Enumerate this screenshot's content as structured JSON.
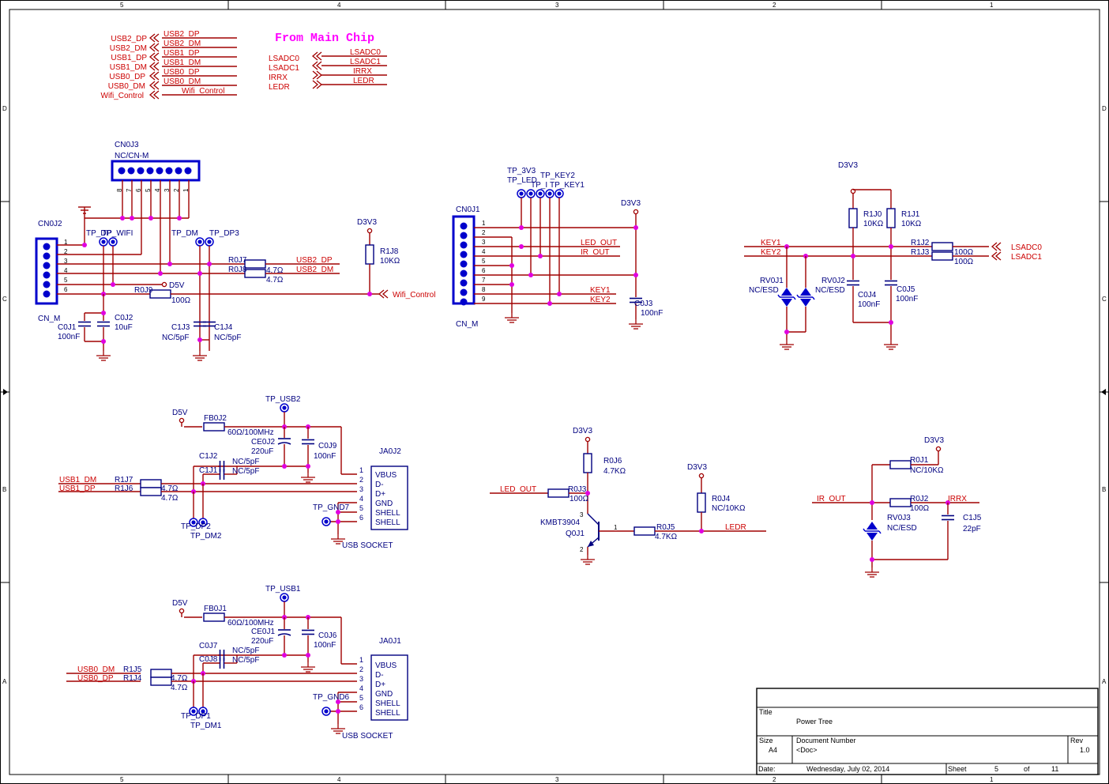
{
  "sheet": {
    "zone_columns": [
      "5",
      "4",
      "3",
      "2",
      "1"
    ],
    "zone_rows": [
      "D",
      "C",
      "B",
      "A"
    ],
    "header_note": "From Main Chip"
  },
  "header_nets": {
    "left_ports": [
      "USB2_DP",
      "USB2_DM",
      "USB1_DP",
      "USB1_DM",
      "USB0_DP",
      "USB0_DM",
      "Wifi_Control"
    ],
    "left_wires": [
      "USB2_DP",
      "USB2_DM",
      "USB1_DP",
      "USB1_DM",
      "USB0_DP",
      "USB0_DM",
      "Wifi_Control"
    ],
    "right_ports": [
      "LSADC0",
      "LSADC1",
      "IRRX",
      "LEDR"
    ],
    "right_wires": [
      "LSADC0",
      "LSADC1",
      "IRRX",
      "LEDR"
    ]
  },
  "cn0j3": {
    "ref": "CN0J3",
    "value": "NC/CN-M",
    "pins": [
      "8",
      "7",
      "6",
      "5",
      "4",
      "3",
      "2",
      "1"
    ]
  },
  "cn0j2": {
    "ref": "CN0J2",
    "value": "CN_M",
    "pins": [
      "1",
      "2",
      "3",
      "4",
      "5",
      "6"
    ],
    "tp_left": "TP_DP",
    "tp_wifi": "TP_WIFI",
    "tp_dm": "TP_DM",
    "tp_dp3": "TP_DP3",
    "d3v3": "D3V3",
    "d5v": "D5V",
    "r0j7": "R0J7",
    "r0j8": "R0J8",
    "r0j7_v": "4.7Ω",
    "r0j8_v": "4.7Ω",
    "usb2dp": "USB2_DP",
    "usb2dm": "USB2_DM",
    "r0j9": "R0J9",
    "r0j9_v": "100Ω",
    "r1j8": "R1J8",
    "r1j8_v": "10KΩ",
    "wifi": "Wifi_Control",
    "c0j1": "C0J1",
    "c0j1_v": "100nF",
    "c0j2": "C0J2",
    "c0j2_v": "10uF",
    "c1j3": "C1J3",
    "c1j3_v": "NC/5pF",
    "c1j4": "C1J4",
    "c1j4_v": "NC/5pF"
  },
  "cn0j1": {
    "ref": "CN0J1",
    "value": "CN_M",
    "pins": [
      "1",
      "2",
      "3",
      "4",
      "5",
      "6",
      "7",
      "8",
      "9"
    ],
    "tp_3v3": "TP_3V3",
    "tp_led": "TP_LED",
    "tp_i": "TP_I",
    "tp_key2": "TP_KEY2",
    "tp_key1": "TP_KEY1",
    "d3v3": "D3V3",
    "led_out": "LED_OUT",
    "ir_out": "IR_OUT",
    "key1": "KEY1",
    "key2": "KEY2",
    "c0j3": "C0J3",
    "c0j3_v": "100nF"
  },
  "keys": {
    "d3v3": "D3V3",
    "r1j0": "R1J0",
    "r1j0_v": "10KΩ",
    "r1j1": "R1J1",
    "r1j1_v": "10KΩ",
    "key1": "KEY1",
    "key2": "KEY2",
    "r1j2": "R1J2",
    "r1j3": "R1J3",
    "r1j2_v": "100Ω",
    "r1j3_v": "100Ω",
    "lsadc0": "LSADC0",
    "lsadc1": "LSADC1",
    "rv0j1": "RV0J1",
    "rv0j1_v": "NC/ESD",
    "rv0j2": "RV0J2",
    "rv0j2_v": "NC/ESD",
    "c0j4": "C0J4",
    "c0j4_v": "100nF",
    "c0j5": "C0J5",
    "c0j5_v": "100nF"
  },
  "usb1": {
    "d5v": "D5V",
    "fb": "FB0J2",
    "fb_v": "60Ω/100MHz",
    "tp_usb": "TP_USB2",
    "ce": "CE0J2",
    "ce_v": "220uF",
    "c": "C0J9",
    "c_v": "100nF",
    "c1j2": "C1J2",
    "c1j2_v": "NC/5pF",
    "c1j1": "C1J1",
    "c1j1_v": "NC/5pF",
    "dm_net": "USB1_DM",
    "dp_net": "USB1_DP",
    "r_dm": "R1J7",
    "r_dp": "R1J6",
    "r_dm_v": "4.7Ω",
    "r_dp_v": "4.7Ω",
    "tp_dp": "TP_DP2",
    "tp_dm": "TP_DM2",
    "tp_gnd": "TP_GND7",
    "conn": "JA0J2",
    "conn_desc": "USB SOCKET",
    "pin_nums": [
      "1",
      "2",
      "3",
      "4",
      "5",
      "6"
    ],
    "pin_names": [
      "VBUS",
      "D-",
      "D+",
      "GND",
      "SHELL",
      "SHELL"
    ]
  },
  "usb0": {
    "d5v": "D5V",
    "fb": "FB0J1",
    "fb_v": "60Ω/100MHz",
    "tp_usb": "TP_USB1",
    "ce": "CE0J1",
    "ce_v": "220uF",
    "c": "C0J6",
    "c_v": "100nF",
    "c0j7": "C0J7",
    "c0j7_v": "NC/5pF",
    "c0j8": "C0J8",
    "c0j8_v": "NC/5pF",
    "dm_net": "USB0_DM",
    "dp_net": "USB0_DP",
    "r_dm": "R1J5",
    "r_dp": "R1J4",
    "r_dm_v": "4.7Ω",
    "r_dp_v": "4.7Ω",
    "tp_dp": "TP_DP1",
    "tp_dm": "TP_DM1",
    "tp_gnd": "TP_GND6",
    "conn": "JA0J1",
    "conn_desc": "USB SOCKET",
    "pin_nums": [
      "1",
      "2",
      "3",
      "4",
      "5",
      "6"
    ],
    "pin_names": [
      "VBUS",
      "D-",
      "D+",
      "GND",
      "SHELL",
      "SHELL"
    ]
  },
  "led": {
    "d3v3_a": "D3V3",
    "r0j6": "R0J6",
    "r0j6_v": "4.7KΩ",
    "led_out": "LED_OUT",
    "r0j3": "R0J3",
    "r0j3_v": "100Ω",
    "q": "Q0J1",
    "q_v": "KMBT3904",
    "q_pins": [
      "3",
      "2",
      "1"
    ],
    "r0j5": "R0J5",
    "r0j5_v": "4.7KΩ",
    "d3v3_b": "D3V3",
    "r0j4": "R0J4",
    "r0j4_v": "NC/10KΩ",
    "ledr": "LEDR"
  },
  "ir": {
    "d3v3": "D3V3",
    "r0j1": "R0J1",
    "r0j1_v": "NC/10KΩ",
    "ir_out": "IR_OUT",
    "r0j2": "R0J2",
    "r0j2_v": "100Ω",
    "irrx": "IRRX",
    "rv": "RV0J3",
    "rv_v": "NC/ESD",
    "c": "C1J5",
    "c_v": "22pF"
  },
  "title_block": {
    "title_label": "Title",
    "title": "Power Tree",
    "size_label": "Size",
    "size": "A4",
    "docnum_label": "Document Number",
    "docnum": "<Doc>",
    "rev_label": "Rev",
    "rev": "1.0",
    "date_label": "Date:",
    "date": "Wednesday, July 02, 2014",
    "sheet_label": "Sheet",
    "sheet": "5",
    "of_label": "of",
    "total": "11"
  },
  "colors": {
    "wire": "#a00000",
    "component": "#000080",
    "net_label": "#cc0000",
    "junction": "#e000e0",
    "note": "#ff00ff"
  }
}
